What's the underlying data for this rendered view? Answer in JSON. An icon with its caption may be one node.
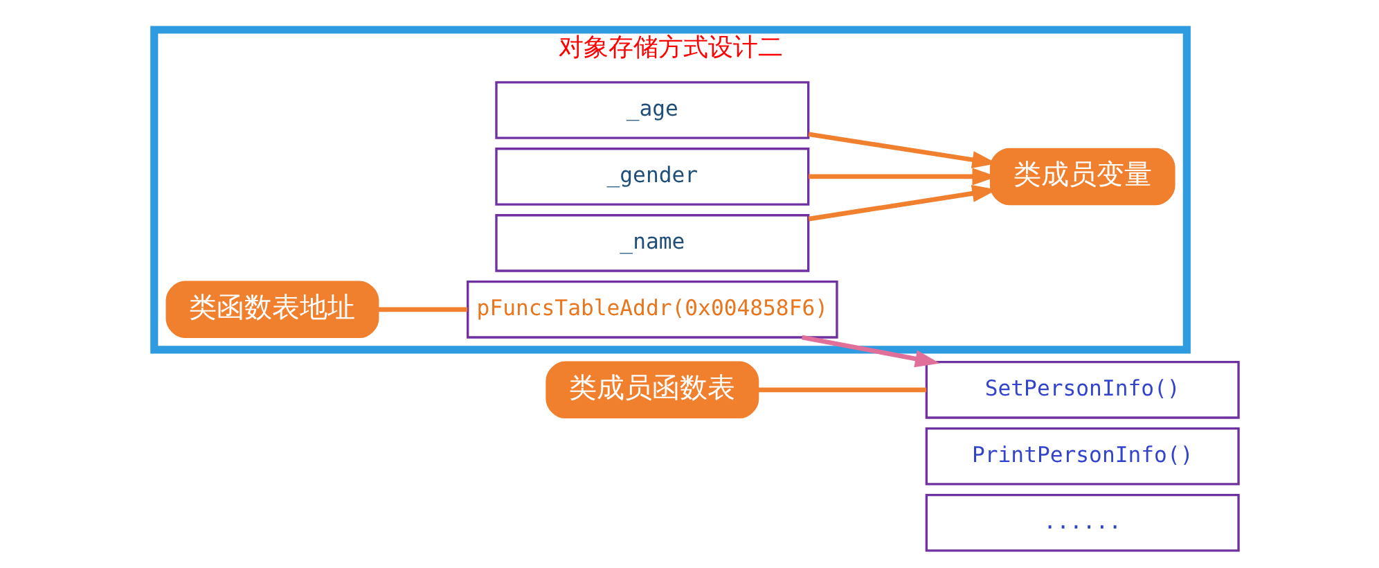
{
  "diagram": {
    "nodes": [
      {
        "text": [
          "对象存储方式设计二"
        ]
      },
      {
        "text": [
          "类函数表地址"
        ],
        "in": 0
      },
      {
        "text": [
          "类成员变量"
        ],
        "in": 0
      },
      {
        "text": [
          "pFuncsTableAddr(0x004858F6)"
        ],
        "in": 0
      },
      {
        "text": [
          "_name"
        ],
        "in": 0
      },
      {
        "text": [
          "_gender"
        ],
        "in": 0
      },
      {
        "text": [
          "_age"
        ],
        "in": 0
      },
      {
        "text": [
          "类成员函数表"
        ]
      },
      {
        "text": [
          "SetPersonInfo()"
        ]
      },
      {
        "text": [
          "PrintPersonInfo()"
        ]
      },
      {
        "text": [
          "......"
        ]
      }
    ],
    "edges": [
      {
        "from": 1,
        "to": 3,
        "arrow": "none"
      },
      {
        "from": 4,
        "to": 2,
        "arrow": "to"
      },
      {
        "from": 5,
        "to": 2,
        "arrow": "to"
      },
      {
        "from": 6,
        "to": 2,
        "arrow": "to"
      },
      {
        "from": 3,
        "to": 8,
        "arrow": "to",
        "color": "#e0709a"
      },
      {
        "from": 7,
        "to": 8,
        "arrow": "none"
      }
    ]
  }
}
